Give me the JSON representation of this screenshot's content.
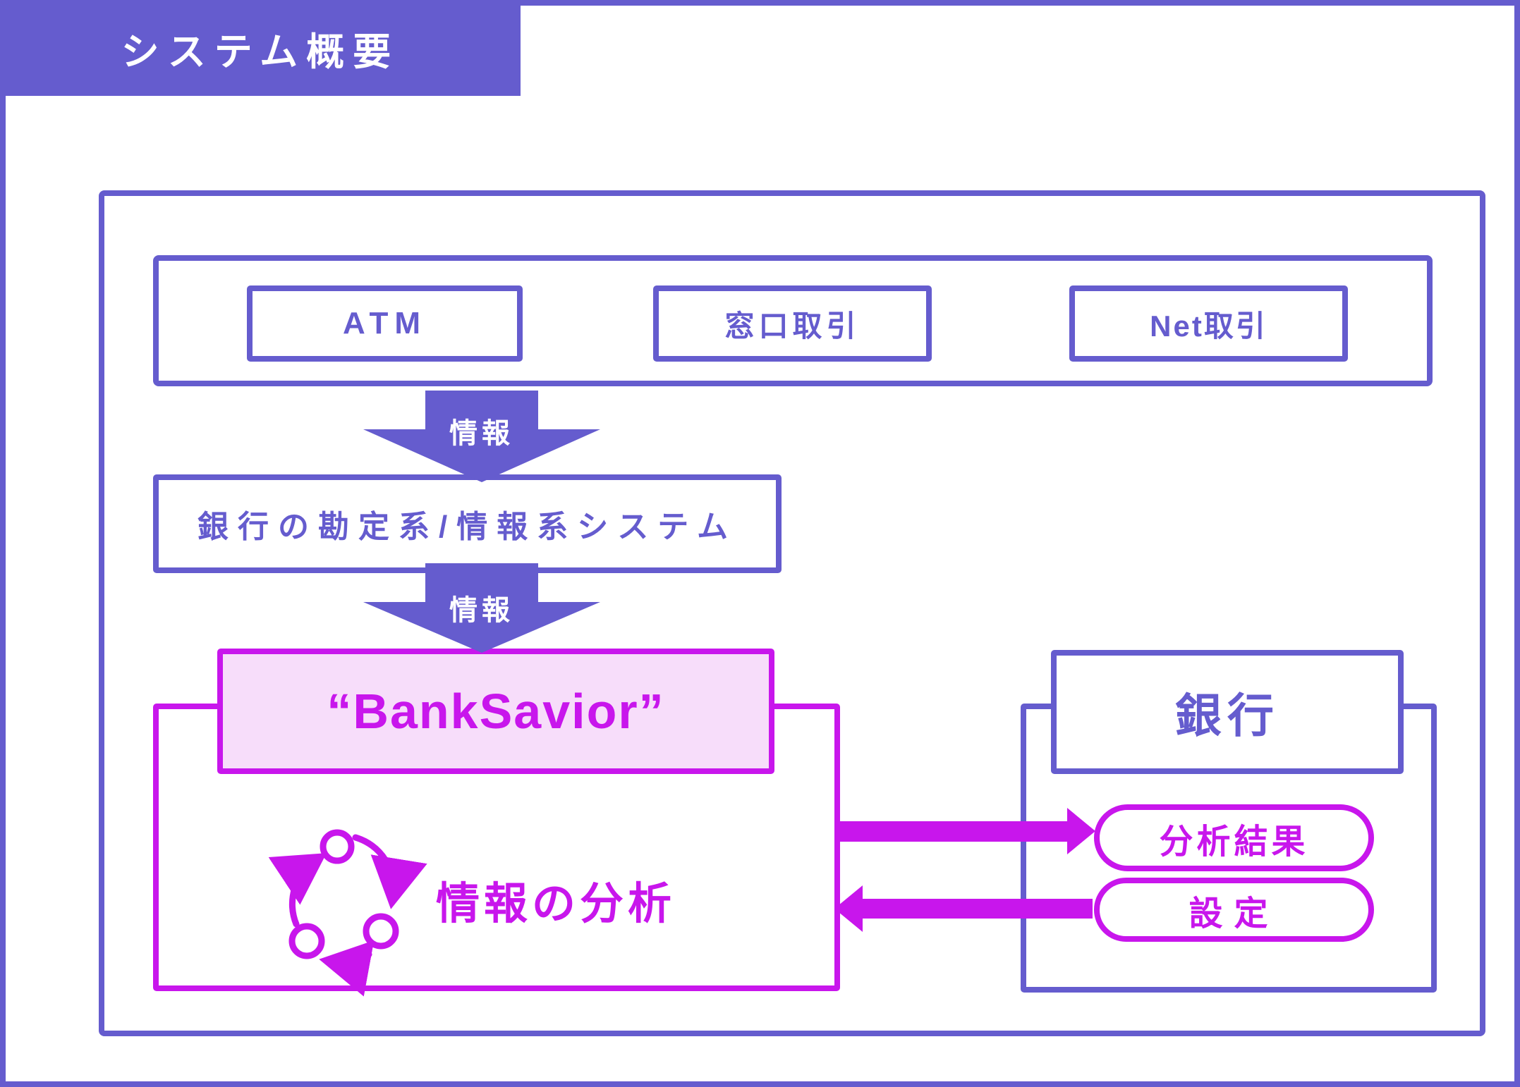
{
  "title": "システム概要",
  "colors": {
    "purple": "#655CCE",
    "magenta": "#C816EC",
    "pink_fill": "#F7DDFA"
  },
  "channels": {
    "items": [
      {
        "label": "ATM"
      },
      {
        "label": "窓口取引"
      },
      {
        "label": "Net取引"
      }
    ]
  },
  "flow": {
    "info_arrow_1_label": "情報",
    "info_arrow_2_label": "情報"
  },
  "bank_system": {
    "label": "銀行の勘定系/情報系システム"
  },
  "banksavior": {
    "title": "“BankSavior”",
    "analysis_label": "情報の分析",
    "icon": "cycle-arrows-icon"
  },
  "bank": {
    "title": "銀行",
    "outputs": [
      {
        "label": "分析結果"
      },
      {
        "label": "設定"
      }
    ]
  }
}
